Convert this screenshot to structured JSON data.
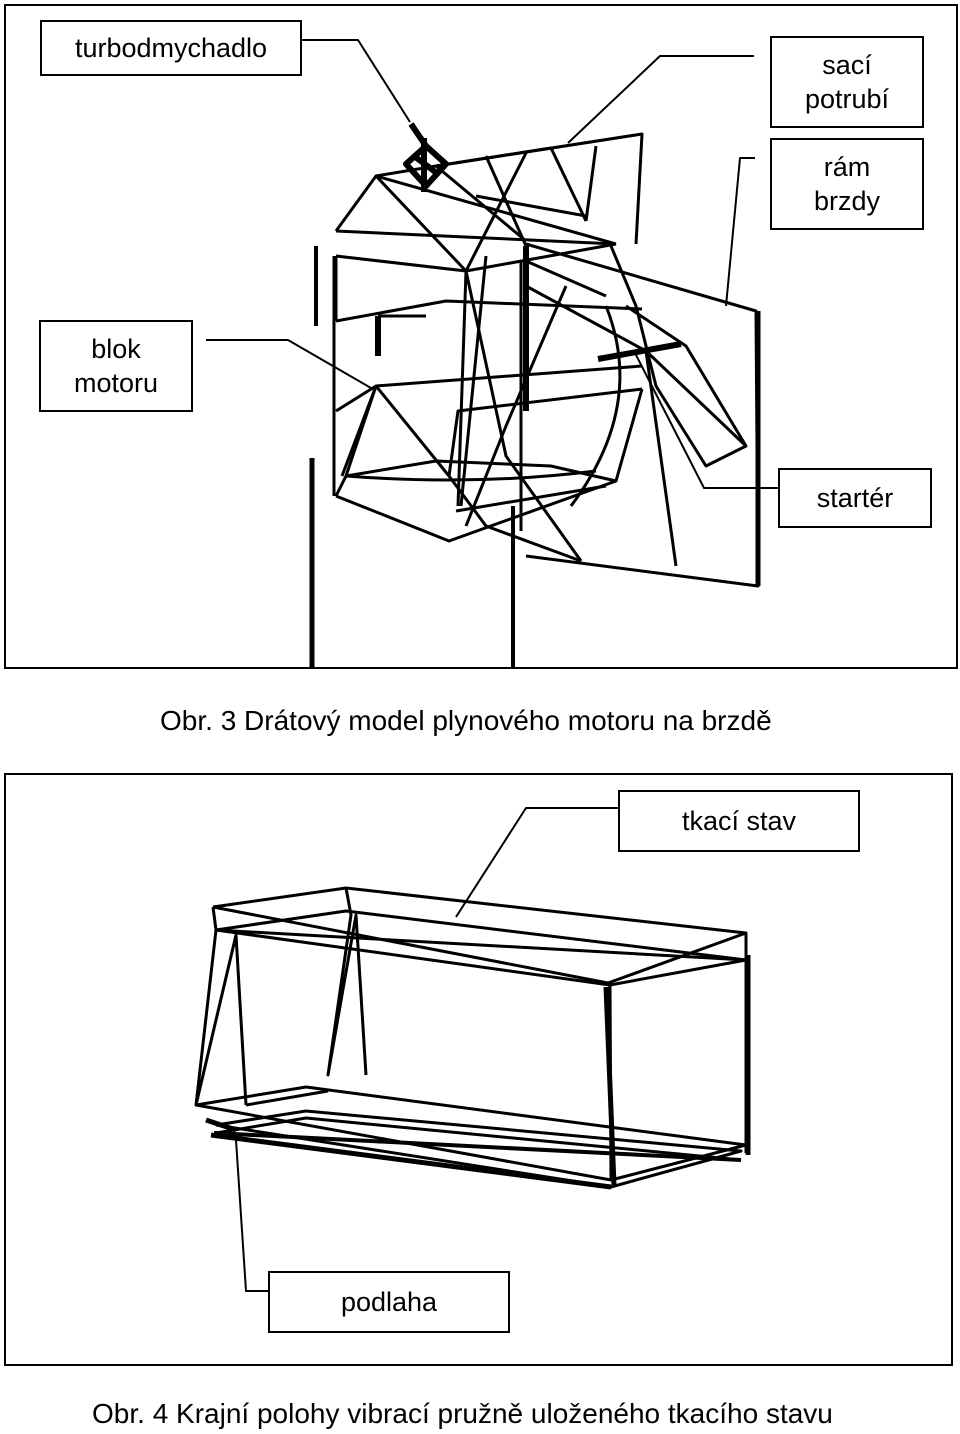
{
  "figure3": {
    "caption": "Obr. 3 Drátový model plynového motoru na brzdě",
    "labels": {
      "turbodmychadlo": "turbodmychadlo",
      "saci_potrubi": "sací\npotrubí",
      "ram_brzdy": "rám\nbrzdy",
      "blok_motoru": "blok\nmotoru",
      "starter": "startér"
    }
  },
  "figure4": {
    "caption": "Obr. 4 Krajní polohy vibrací pružně uloženého tkacího stavu",
    "labels": {
      "tkaci_stav": "tkací stav",
      "podlaha": "podlaha"
    }
  }
}
